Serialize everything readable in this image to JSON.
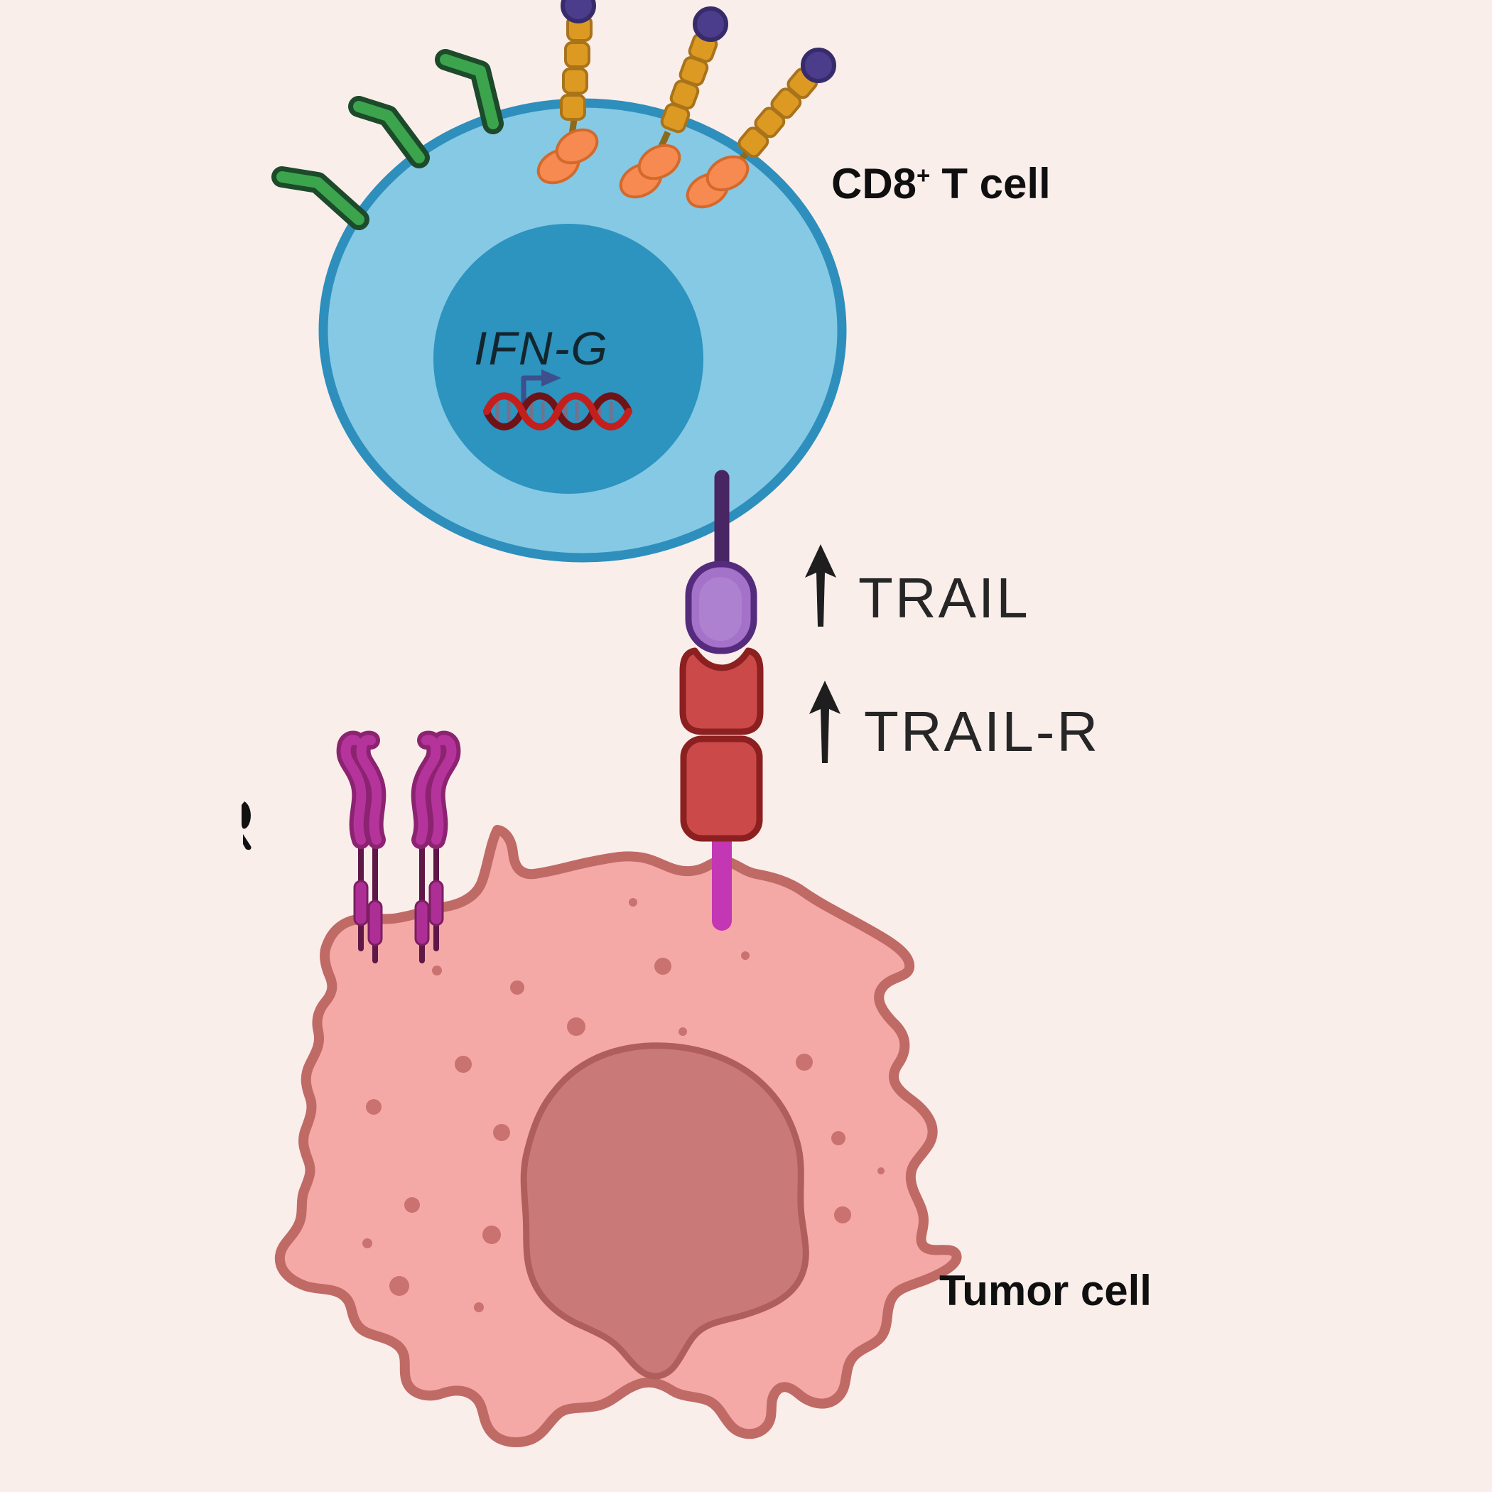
{
  "page": {
    "background": "#FAEEEB"
  },
  "cells": {
    "t_cell": {
      "label": {
        "base": "CD8",
        "sup": "+",
        "rest": "T cell"
      },
      "gene_label": "IFN-G",
      "body_color": "#85C9E5",
      "membrane_color": "#2E8FBD",
      "nucleus_color": "#2D93BF"
    },
    "tumor_cell": {
      "label": "Tumor cell",
      "body_color": "#F4A9A7",
      "membrane_color": "#C06A66",
      "nucleus_color": "#C97A78",
      "nucleus_stroke": "#AF5E5C",
      "speckle_color": "#CA7270"
    }
  },
  "annotations": {
    "trail": {
      "label": "TRAIL",
      "arrow_direction": "up",
      "arrow_color": "#1E1E1E"
    },
    "trail_r": {
      "label": "TRAIL-R",
      "arrow_direction": "up",
      "arrow_color": "#1E1E1E"
    }
  },
  "molecules": {
    "trail_ligand": {
      "stalk_color": "#482563",
      "head_color": "#A472C8",
      "head_highlight": "#B286D3",
      "head_stroke": "#552B7D"
    },
    "trail_receptor": {
      "block_color": "#CC4949",
      "block_stroke": "#8C2020",
      "stalk_color": "#C336B4"
    },
    "segmented_receptor": {
      "segment_color": "#DD9A23",
      "segment_stroke": "#A8731A",
      "base_color": "#F68A50",
      "base_stroke": "#D3692B",
      "linker_color": "#8A6B1D",
      "tip_color": "#4C3D8C",
      "tip_stroke": "#372C6B"
    },
    "green_receptor": {
      "color": "#3BA44C",
      "outline": "#1C4A2A"
    },
    "tumor_surface_receptor": {
      "arm_color": "#B5349B",
      "arm_outline": "#8C2371",
      "stalk_color": "#5E1747",
      "bead_color": "#AD2F95",
      "bead_stroke": "#7C1E62"
    },
    "gene_elements": {
      "strand_a": "#C41F1C",
      "strand_b": "#701318",
      "rung_color": "#9E5F6E",
      "promoter_arrow": "#3D4F8C"
    }
  }
}
